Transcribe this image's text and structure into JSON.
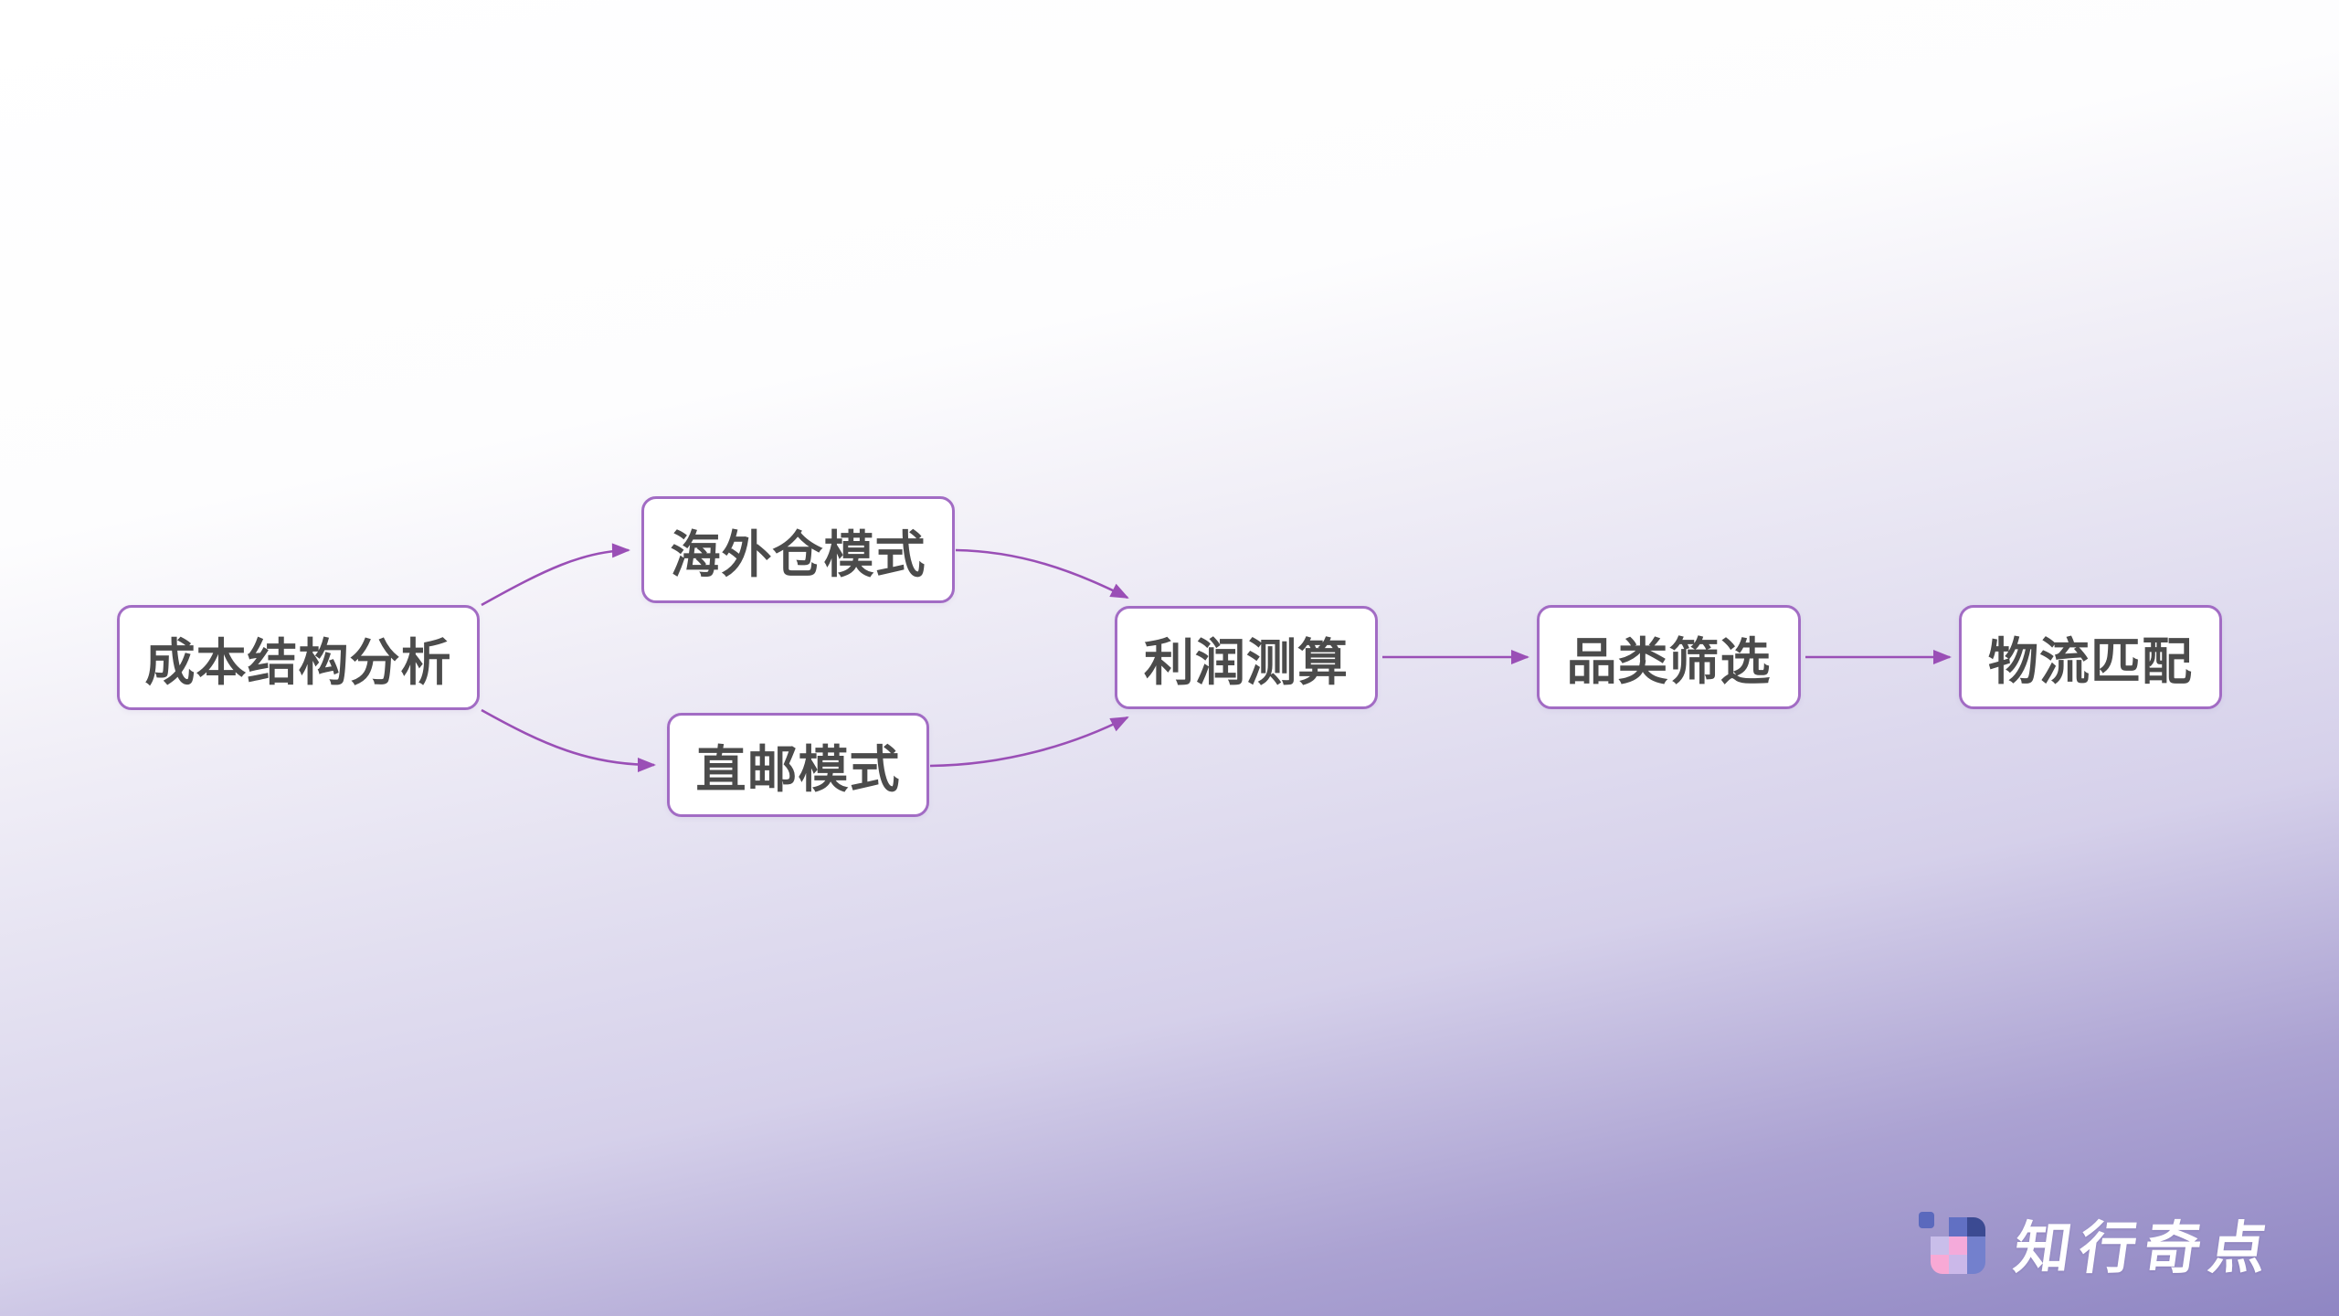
{
  "flowchart": {
    "nodes": [
      {
        "id": "cost-structure-analysis",
        "label": "成本结构分析"
      },
      {
        "id": "overseas-warehouse-model",
        "label": "海外仓模式"
      },
      {
        "id": "direct-mail-model",
        "label": "直邮模式"
      },
      {
        "id": "profit-calculation",
        "label": "利润测算"
      },
      {
        "id": "category-selection",
        "label": "品类筛选"
      },
      {
        "id": "logistics-matching",
        "label": "物流匹配"
      }
    ],
    "edges": [
      {
        "from": "成本结构分析",
        "to": "海外仓模式"
      },
      {
        "from": "成本结构分析",
        "to": "直邮模式"
      },
      {
        "from": "海外仓模式",
        "to": "利润测算"
      },
      {
        "from": "直邮模式",
        "to": "利润测算"
      },
      {
        "from": "利润测算",
        "to": "品类筛选"
      },
      {
        "from": "品类筛选",
        "to": "物流匹配"
      }
    ]
  },
  "branding": {
    "logo_text": "知行奇点",
    "logo_icon": {
      "name": "pixel-grid-logo-icon",
      "small_square_color": "#5a69bd",
      "grid_cells": [
        "transparent",
        "#6170c3",
        "#3b4a92",
        "#c9beea",
        "#f4aada",
        "#7380cd",
        "#f8a9d5",
        "#cbb8e9",
        "#7380cd"
      ]
    }
  },
  "colors": {
    "node_border": "#a26cc4",
    "node_background": "#ffffff",
    "node_text": "#4b4b4b",
    "edge_stroke": "#9a4fb6",
    "background_top": "#ffffff",
    "background_bottom": "#8f86c3"
  }
}
